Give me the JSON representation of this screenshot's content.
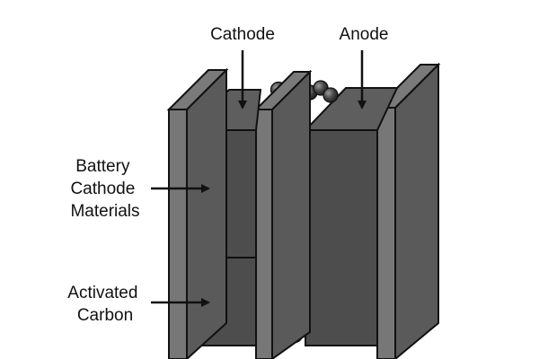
{
  "labels": {
    "cathode": "Cathode",
    "anode": "Anode",
    "battery_cathode_materials": [
      "Battery",
      "Cathode",
      "Materials"
    ],
    "activated_carbon": [
      "Activated",
      "Carbon"
    ]
  },
  "colors": {
    "background": "#ffffff",
    "plate_dark": "#555555",
    "plate_front": "#6a6a6a",
    "material_fill": "#4d4d4d",
    "separator_beads": "#444444",
    "outline": "#111111"
  }
}
